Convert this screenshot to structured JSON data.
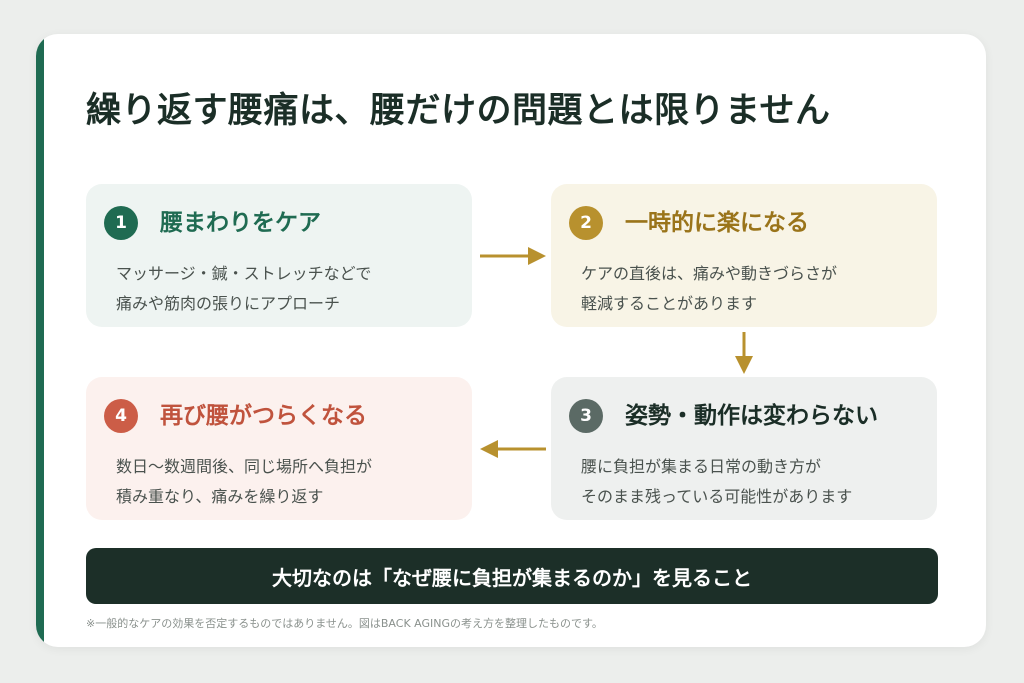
{
  "title": "繰り返す腰痛は、腰だけの問題とは限りません",
  "steps": [
    {
      "number": "1",
      "heading": "腰まわりをケア",
      "lines": [
        "マッサージ・鍼・ストレッチなどで",
        "痛みや筋肉の張りにアプローチ"
      ],
      "color": "#1f6b52"
    },
    {
      "number": "2",
      "heading": "一時的に楽になる",
      "lines": [
        "ケアの直後は、痛みや動きづらさが",
        "軽減することがあります"
      ],
      "color": "#b8912e"
    },
    {
      "number": "3",
      "heading": "姿勢・動作は変わらない",
      "lines": [
        "腰に負担が集まる日常の動き方が",
        "そのまま残っている可能性があります"
      ],
      "color": "#5b6a65"
    },
    {
      "number": "4",
      "heading": "再び腰がつらくなる",
      "lines": [
        "数日〜数週間後、同じ場所へ負担が",
        "積み重なり、痛みを繰り返す"
      ],
      "color": "#cc5d47"
    }
  ],
  "conclusion": "大切なのは「なぜ腰に負担が集まるのか」を見ること",
  "footnote": "※一般的なケアの効果を否定するものではありません。図はBACK AGINGの考え方を整理したものです。",
  "colors": {
    "accent": "#1f6b52",
    "arrow": "#b8912e",
    "conclusion_bg": "#1c2f28"
  }
}
